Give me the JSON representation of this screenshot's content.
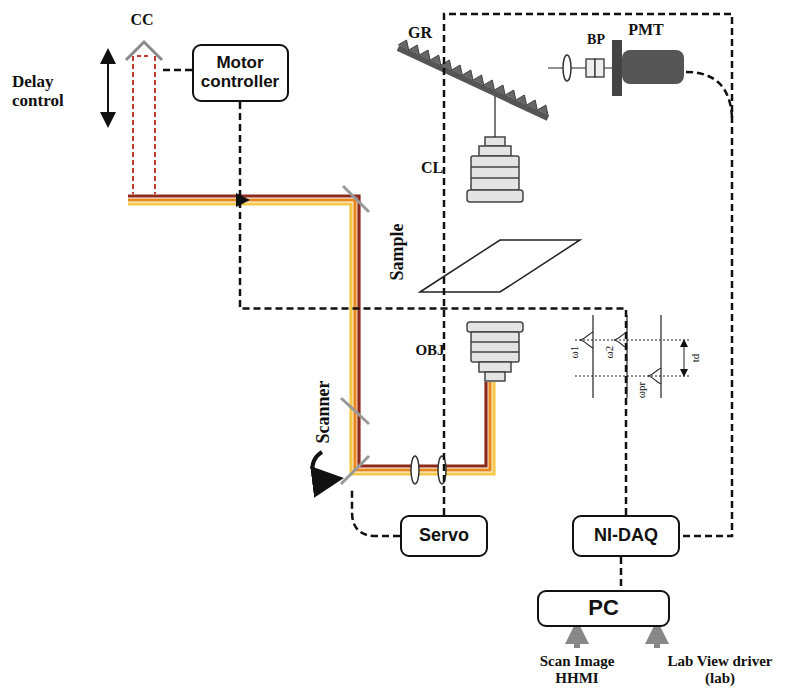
{
  "diagram": {
    "nodes": [
      {
        "text": [
          "Motor controller"
        ]
      },
      {
        "text": [
          "Servo"
        ]
      },
      {
        "text": [
          "NI-DAQ"
        ]
      },
      {
        "text": [
          "PC"
        ]
      }
    ],
    "edges": [
      {
        "from": 0,
        "to": 2,
        "arrow": "none"
      },
      {
        "from": 1,
        "to": 2,
        "arrow": "none"
      },
      {
        "from": 2,
        "to": 3,
        "arrow": "none"
      }
    ],
    "labels": [
      "CC",
      "Delay control",
      "GR",
      "BP",
      "PMT",
      "CL",
      "Sample",
      "OBJ",
      "Scanner",
      "ω1",
      "ω2",
      "ωpr",
      "td",
      "Scan Image HHMI",
      "Lab View driver (lab)"
    ]
  }
}
